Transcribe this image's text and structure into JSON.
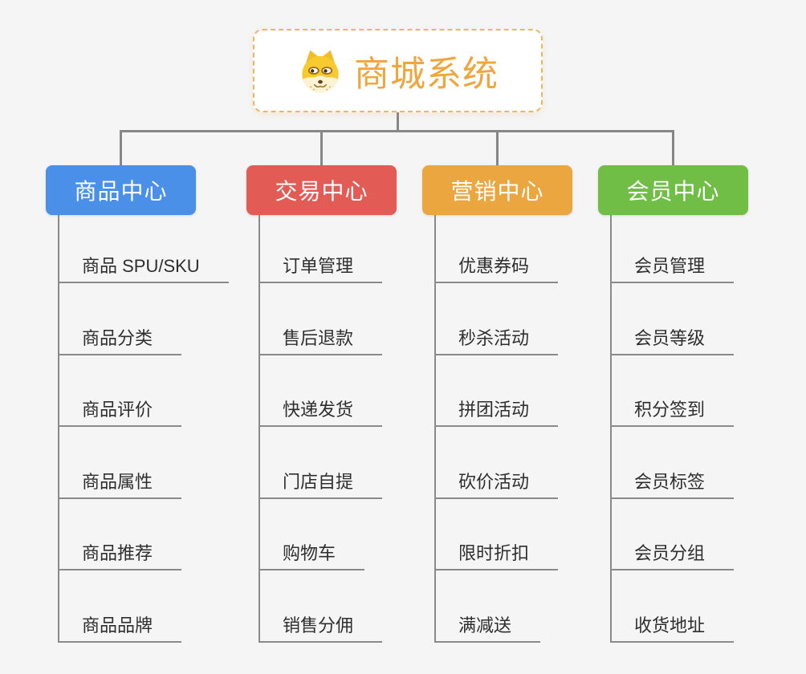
{
  "root": {
    "title": "商城系统",
    "icon": "doge-icon"
  },
  "branches": [
    {
      "label": "商品中心",
      "color": "#4a90e8",
      "items": [
        "商品 SPU/SKU",
        "商品分类",
        "商品评价",
        "商品属性",
        "商品推荐",
        "商品品牌"
      ]
    },
    {
      "label": "交易中心",
      "color": "#e25b55",
      "items": [
        "订单管理",
        "售后退款",
        "快递发货",
        "门店自提",
        "购物车",
        "销售分佣"
      ]
    },
    {
      "label": "营销中心",
      "color": "#eba63f",
      "items": [
        "优惠券码",
        "秒杀活动",
        "拼团活动",
        "砍价活动",
        "限时折扣",
        "满减送"
      ]
    },
    {
      "label": "会员中心",
      "color": "#70be46",
      "items": [
        "会员管理",
        "会员等级",
        "积分签到",
        "会员标签",
        "会员分组",
        "收货地址"
      ]
    }
  ],
  "colors": {
    "background": "#f5f5f6",
    "root_border": "#f0b55f",
    "root_title_text": "#f0a53d",
    "connector": "#878787",
    "subtopic_underline": "#8a8a8a",
    "subtopic_text": "#2e2e2e"
  }
}
